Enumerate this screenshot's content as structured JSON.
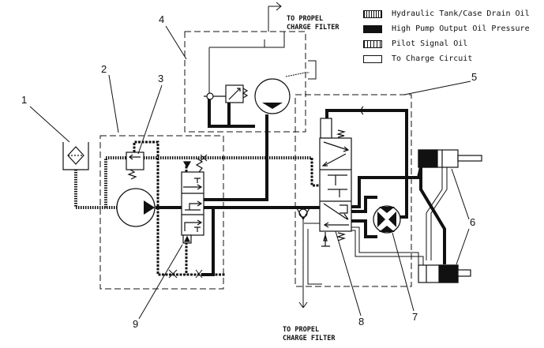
{
  "legend": [
    {
      "key": "tank",
      "label": "Hydraulic Tank/Case Drain Oil"
    },
    {
      "key": "high",
      "label": "High Pump Output Oil Pressure"
    },
    {
      "key": "pilot",
      "label": "Pilot Signal Oil"
    },
    {
      "key": "charge",
      "label": "To Charge Circuit"
    }
  ],
  "notes": {
    "top": [
      "TO PROPEL",
      "CHARGE FILTER"
    ],
    "bottom": [
      "TO PROPEL",
      "CHARGE FILTER"
    ]
  },
  "callouts": [
    "1",
    "2",
    "3",
    "4",
    "5",
    "6",
    "7",
    "8",
    "9"
  ],
  "colors": {
    "ink": "#111111",
    "paper": "#ffffff"
  }
}
